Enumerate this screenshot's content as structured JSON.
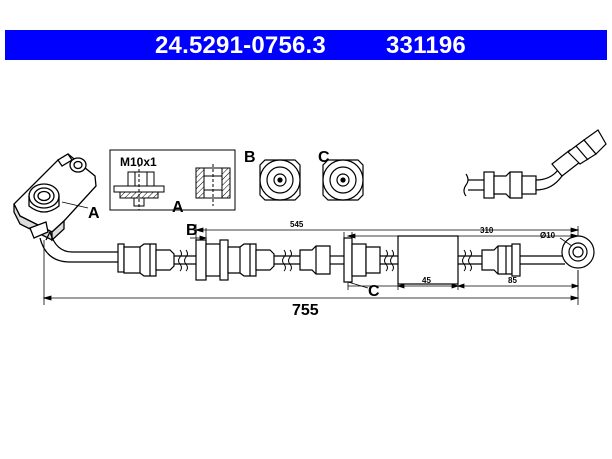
{
  "header": {
    "part_number": "24.5291-0756.3",
    "ref_number": "331196",
    "background": "#0000ff",
    "text_color": "#ffffff"
  },
  "labels": {
    "a_left": "A",
    "a_detail": "A",
    "thread": "M10x1",
    "b_detail": "B",
    "c_detail": "C",
    "b_section": "B",
    "c_section": "C"
  },
  "dimensions": {
    "total_length": "755",
    "dim_545": "545",
    "dim_310": "310",
    "dim_45": "45",
    "dim_85": "85",
    "diameter": "Ø10"
  }
}
